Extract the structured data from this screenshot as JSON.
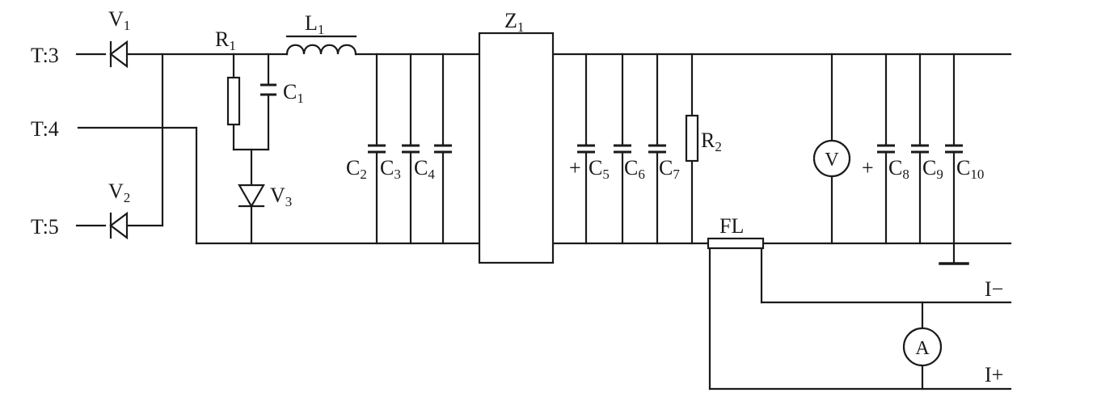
{
  "terminals": {
    "t3": "T:3",
    "t4": "T:4",
    "t5": "T:5"
  },
  "outputs": {
    "i_minus": "I−",
    "i_plus": "I+"
  },
  "components": {
    "v1": {
      "name": "V",
      "sub": "1"
    },
    "v2": {
      "name": "V",
      "sub": "2"
    },
    "v3": {
      "name": "V",
      "sub": "3"
    },
    "r1": {
      "name": "R",
      "sub": "1"
    },
    "r2": {
      "name": "R",
      "sub": "2"
    },
    "l1": {
      "name": "L",
      "sub": "1"
    },
    "z1": {
      "name": "Z",
      "sub": "1"
    },
    "c1": {
      "name": "C",
      "sub": "1"
    },
    "c2": {
      "name": "C",
      "sub": "2"
    },
    "c3": {
      "name": "C",
      "sub": "3"
    },
    "c4": {
      "name": "C",
      "sub": "4"
    },
    "c5": {
      "name": "C",
      "sub": "5"
    },
    "c6": {
      "name": "C",
      "sub": "6"
    },
    "c7": {
      "name": "C",
      "sub": "7"
    },
    "c8": {
      "name": "C",
      "sub": "8"
    },
    "c9": {
      "name": "C",
      "sub": "9"
    },
    "c10": {
      "name": "C",
      "sub": "10"
    },
    "fl": {
      "name": "FL"
    }
  },
  "meters": {
    "voltmeter": "V",
    "ammeter": "A"
  },
  "polarity": {
    "c5_plus": "+",
    "c8_plus": "+"
  }
}
